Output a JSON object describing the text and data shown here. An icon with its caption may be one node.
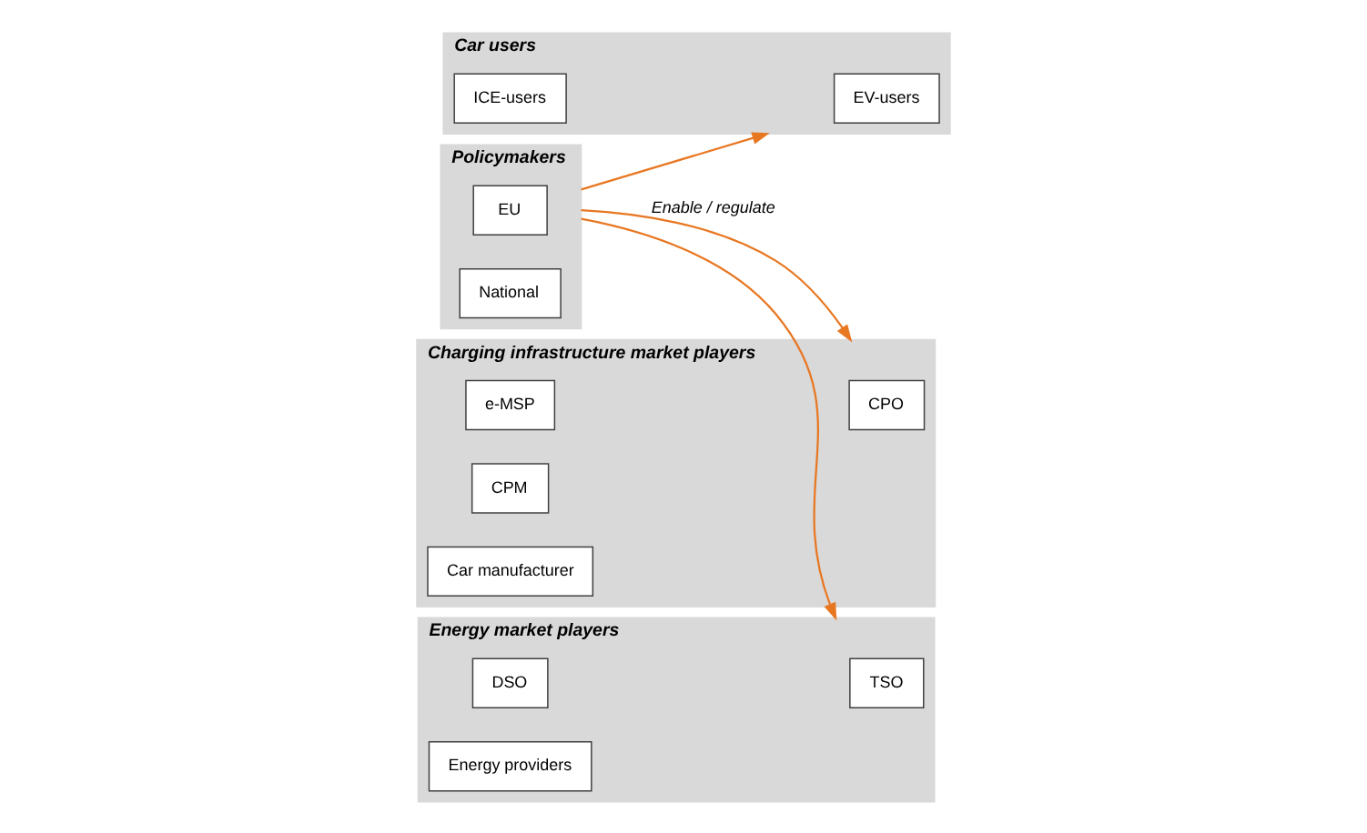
{
  "diagram": {
    "nodes": [
      {
        "text": [
          "Policymakers"
        ]
      },
      {
        "text": [
          "EU"
        ],
        "in": 0
      },
      {
        "text": [
          "National"
        ],
        "in": 0
      },
      {
        "text": [
          "Car users"
        ]
      },
      {
        "text": [
          "EV-users"
        ],
        "in": 3
      },
      {
        "text": [
          "ICE-users"
        ],
        "in": 3
      },
      {
        "text": [
          "Charging infrastructure market players"
        ]
      },
      {
        "text": [
          "CPO"
        ],
        "in": 6
      },
      {
        "text": [
          "e-MSP"
        ],
        "in": 6
      },
      {
        "text": [
          "CPM"
        ],
        "in": 6
      },
      {
        "text": [
          "Car manufacturer"
        ],
        "in": 6
      },
      {
        "text": [
          "Energy market players"
        ]
      },
      {
        "text": [
          "TSO"
        ],
        "in": 11
      },
      {
        "text": [
          "DSO"
        ],
        "in": 11
      },
      {
        "text": [
          "Energy providers"
        ],
        "in": 11
      }
    ],
    "edges": [
      {
        "from": 0,
        "to": 3,
        "arrow": "to"
      },
      {
        "from": 0,
        "to": 6,
        "arrow": "to",
        "label": "Enable / regulate"
      },
      {
        "from": 0,
        "to": 11,
        "arrow": "to"
      }
    ]
  }
}
